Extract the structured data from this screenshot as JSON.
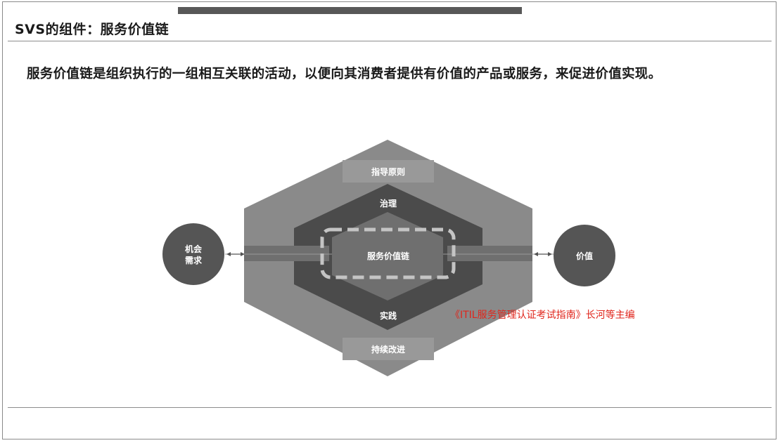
{
  "slide": {
    "title": "SVS的组件：服务价值链",
    "headline": "服务价值链是组织执行的一组相互关联的活动，以便向其消费者提供有价值的产品或服务，来促进价值实现。",
    "citation": "《ITIL服务管理认证考试指南》长河等主编"
  },
  "diagram": {
    "outer_top_label": "指导原则",
    "outer_bottom_label": "持续改进",
    "inner_top_label": "治理",
    "inner_bottom_label": "实践",
    "center_label": "服务价值链",
    "left_circle_line1": "机会",
    "left_circle_line2": "需求",
    "right_circle_label": "价值"
  },
  "colors": {
    "outer_hex": "#8a8a8a",
    "inner_hex": "#4b4b4b",
    "center_band": "#6f6f6f",
    "circles": "#555555",
    "citation": "#e0261c"
  }
}
